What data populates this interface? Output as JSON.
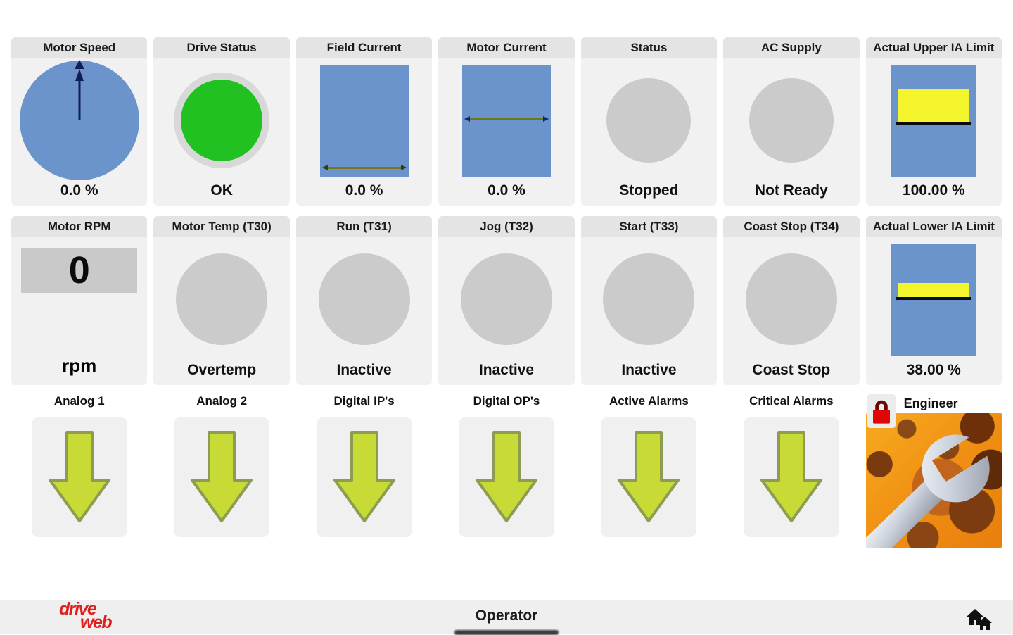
{
  "colors": {
    "gauge_blue": "#6b94cc",
    "led_green": "#21c121",
    "led_gray": "#cbcbcb",
    "limit_yellow": "#f5f52e",
    "zero_line_black": "#0c0c0c",
    "arrow_green": "#c8da36",
    "arrow_outline": "#8e9b52",
    "brand_red": "#e01f1f",
    "lock_red": "#e00606"
  },
  "row1": {
    "cards": [
      {
        "title": "Motor Speed",
        "value": "0.0 %"
      },
      {
        "title": "Drive Status",
        "value": "OK"
      },
      {
        "title": "Field Current",
        "value": "0.0 %"
      },
      {
        "title": "Motor Current",
        "value": "0.0 %"
      },
      {
        "title": "Status",
        "value": "Stopped"
      },
      {
        "title": "AC Supply",
        "value": "Not Ready"
      },
      {
        "title": "Actual Upper IA Limit",
        "value": "100.00 %"
      }
    ]
  },
  "row2": {
    "cards": [
      {
        "title": "Motor RPM",
        "value": "0",
        "unit": "rpm"
      },
      {
        "title": "Motor Temp (T30)",
        "value": "Overtemp"
      },
      {
        "title": "Run (T31)",
        "value": "Inactive"
      },
      {
        "title": "Jog (T32)",
        "value": "Inactive"
      },
      {
        "title": "Start (T33)",
        "value": "Inactive"
      },
      {
        "title": "Coast Stop (T34)",
        "value": "Coast Stop"
      },
      {
        "title": "Actual Lower IA Limit",
        "value": "38.00 %"
      }
    ]
  },
  "row3": {
    "items": [
      {
        "label": "Analog 1"
      },
      {
        "label": "Analog 2"
      },
      {
        "label": "Digital IP's"
      },
      {
        "label": "Digital OP's"
      },
      {
        "label": "Active Alarms"
      },
      {
        "label": "Critical Alarms"
      },
      {
        "label": "Engineer"
      }
    ]
  },
  "footer": {
    "brand_line1": "drive",
    "brand_line2": "web",
    "title": "Operator"
  }
}
